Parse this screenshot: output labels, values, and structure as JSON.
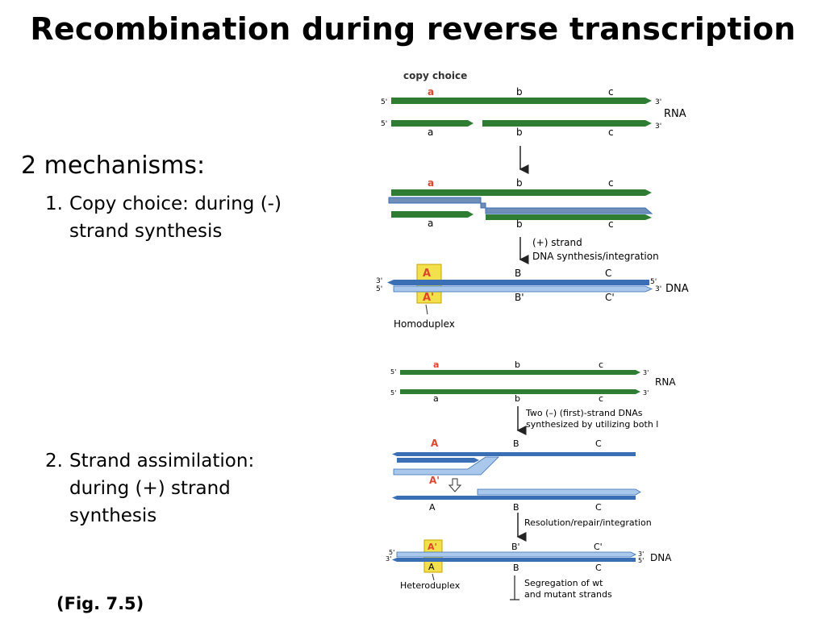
{
  "slide": {
    "title": "Recombination during reverse transcription",
    "mechanisms_heading": "2 mechanisms:",
    "items": [
      {
        "number": "1.",
        "text": "Copy choice:  during (-) strand synthesis"
      },
      {
        "number": "2.",
        "text": "Strand assimilation: during (+) strand synthesis"
      }
    ],
    "figure_ref": "(Fig. 7.5)"
  },
  "diagram": {
    "top": {
      "header": "copy choice",
      "labels": {
        "five": "5'",
        "three": "3'",
        "a": "a",
        "b": "b",
        "c": "c",
        "A": "A",
        "B": "B",
        "C": "C",
        "A_prime": "A'",
        "B_prime": "B'",
        "C_prime": "C'",
        "rna": "RNA",
        "dna": "DNA"
      },
      "step1": "(+) strand",
      "step2": "DNA synthesis/integration",
      "homoduplex": "Homoduplex"
    },
    "bottom": {
      "note1": "Two (–) (first)-strand DNAs",
      "note2": "synthesized by utilizing both l",
      "resolution": "Resolution/repair/integration",
      "heteroduplex": "Heteroduplex",
      "seg1": "Segregation of wt",
      "seg2": "and mutant strands"
    },
    "colors": {
      "rna_green": "#2e7d32",
      "dark_blue": "#3a6fb5",
      "light_blue": "#a9c8ec",
      "highlight": "#f2e14c",
      "red_label": "#e0442c"
    }
  }
}
